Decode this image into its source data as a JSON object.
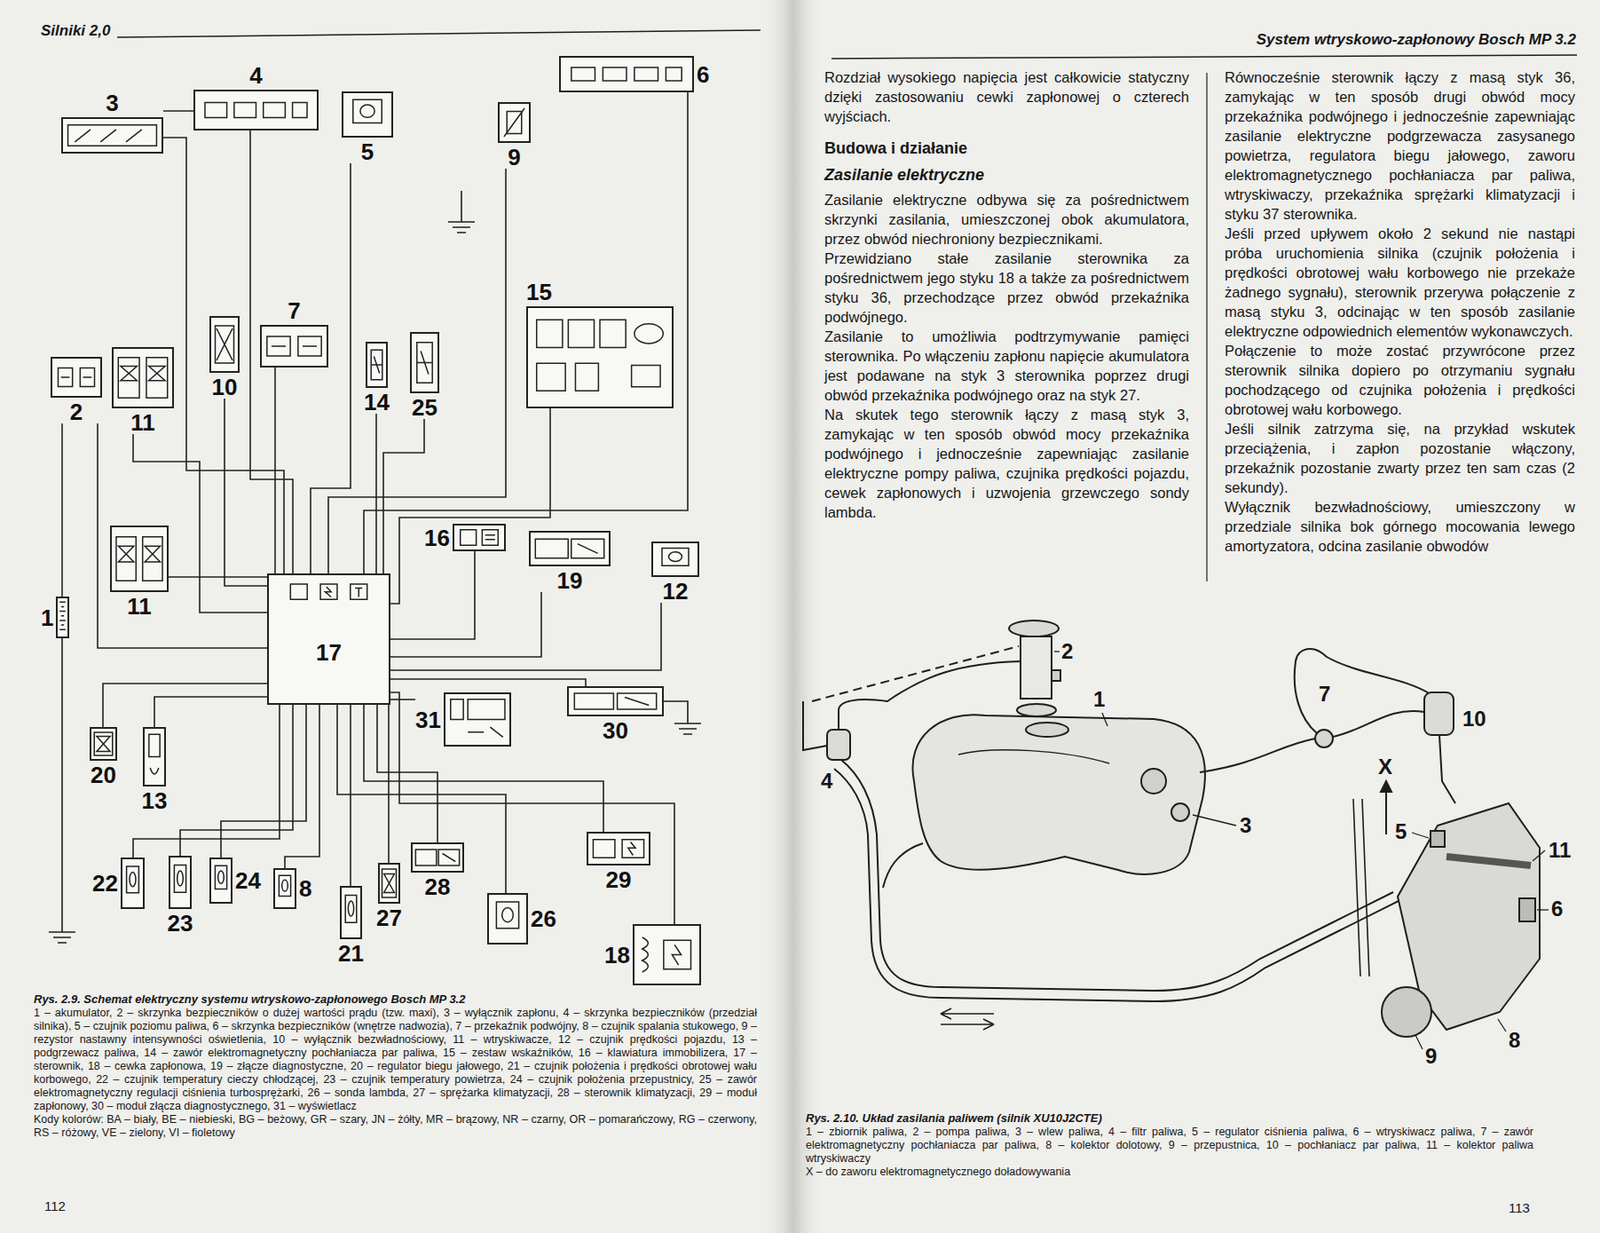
{
  "diagram": {
    "caption": "Rys. 2.9. Schemat elektryczny systemu wtryskowo-zapłonowego Bosch MP 3.2",
    "nodes": [
      {
        "text": [
          "3"
        ]
      },
      {
        "text": [
          "4"
        ]
      },
      {
        "text": [
          "5"
        ]
      },
      {
        "text": [
          "9"
        ]
      },
      {
        "text": [
          "6"
        ]
      },
      {
        "text": [
          "2"
        ]
      },
      {
        "text": [
          "11"
        ]
      },
      {
        "text": [
          "10"
        ]
      },
      {
        "text": [
          "7"
        ]
      },
      {
        "text": [
          "14"
        ]
      },
      {
        "text": [
          "25"
        ]
      },
      {
        "text": [
          "15"
        ]
      },
      {
        "text": [
          "11"
        ]
      },
      {
        "text": [
          "16"
        ]
      },
      {
        "text": [
          "19"
        ]
      },
      {
        "text": [
          "12"
        ]
      },
      {
        "text": [
          "1"
        ]
      },
      {
        "text": [
          "17"
        ]
      },
      {
        "text": [
          "30"
        ]
      },
      {
        "text": [
          "31"
        ]
      },
      {
        "text": [
          "20"
        ]
      },
      {
        "text": [
          "13"
        ]
      },
      {
        "text": [
          "22"
        ]
      },
      {
        "text": [
          "23"
        ]
      },
      {
        "text": [
          "24"
        ]
      },
      {
        "text": [
          "8"
        ]
      },
      {
        "text": [
          "21"
        ]
      },
      {
        "text": [
          "27"
        ]
      },
      {
        "text": [
          "28"
        ]
      },
      {
        "text": [
          "29"
        ]
      },
      {
        "text": [
          "26"
        ]
      },
      {
        "text": [
          "18"
        ]
      }
    ],
    "edges": [
      {
        "from": 0,
        "to": 1,
        "arrow": "none"
      },
      {
        "from": 0,
        "to": 17,
        "arrow": "none"
      },
      {
        "from": 1,
        "to": 17,
        "arrow": "none"
      },
      {
        "from": 2,
        "to": 17,
        "arrow": "none"
      },
      {
        "from": 3,
        "to": 17,
        "arrow": "none"
      },
      {
        "from": 4,
        "to": 17,
        "arrow": "none"
      },
      {
        "from": 16,
        "to": 5,
        "arrow": "none"
      },
      {
        "from": 5,
        "to": 17,
        "arrow": "none"
      },
      {
        "from": 6,
        "to": 17,
        "arrow": "none"
      },
      {
        "from": 7,
        "to": 17,
        "arrow": "none"
      },
      {
        "from": 8,
        "to": 17,
        "arrow": "none"
      },
      {
        "from": 9,
        "to": 17,
        "arrow": "none"
      },
      {
        "from": 10,
        "to": 17,
        "arrow": "none"
      },
      {
        "from": 11,
        "to": 17,
        "arrow": "none"
      },
      {
        "from": 12,
        "to": 17,
        "arrow": "none"
      },
      {
        "from": 13,
        "to": 17,
        "arrow": "none"
      },
      {
        "from": 14,
        "to": 17,
        "arrow": "none"
      },
      {
        "from": 15,
        "to": 17,
        "arrow": "none"
      },
      {
        "from": 18,
        "to": 17,
        "arrow": "none"
      },
      {
        "from": 19,
        "to": 17,
        "arrow": "none"
      },
      {
        "from": 20,
        "to": 17,
        "arrow": "none"
      },
      {
        "from": 21,
        "to": 17,
        "arrow": "none"
      },
      {
        "from": 22,
        "to": 17,
        "arrow": "none"
      },
      {
        "from": 23,
        "to": 17,
        "arrow": "none"
      },
      {
        "from": 24,
        "to": 17,
        "arrow": "none"
      },
      {
        "from": 25,
        "to": 17,
        "arrow": "none"
      },
      {
        "from": 26,
        "to": 17,
        "arrow": "none"
      },
      {
        "from": 27,
        "to": 17,
        "arrow": "none"
      },
      {
        "from": 28,
        "to": 17,
        "arrow": "none"
      },
      {
        "from": 29,
        "to": 17,
        "arrow": "none"
      },
      {
        "from": 30,
        "to": 17,
        "arrow": "none"
      },
      {
        "from": 31,
        "to": 17,
        "arrow": "none"
      }
    ],
    "labels": [
      "Silniki 2,0",
      "112",
      "1 – akumulator, 2 – skrzynka bezpieczników o dużej wartości prądu (tzw. maxi), 3 – wyłącznik zapłonu, 4 – skrzynka bezpieczników (przedział silnika), 5 – czujnik poziomu paliwa, 6 – skrzynka bezpieczników (wnętrze nadwozia), 7 – przekaźnik podwójny, 8 – czujnik spalania stukowego, 9 – rezystor nastawny intensywności oświetlenia, 10 – wyłącznik bezwładnościowy, 11 – wtryskiwacze, 12 – czujnik prędkości pojazdu, 13 – podgrzewacz paliwa, 14 – zawór elektromagnetyczny pochłaniacza par paliwa, 15 – zestaw wskaźników, 16 – klawiatura immobilizera, 17 – sterownik, 18 – cewka zapłonowa, 19 – złącze diagnostyczne, 20 – regulator biegu jałowego, 21 – czujnik położenia i prędkości obrotowej wału korbowego, 22 – czujnik temperatury cieczy chłodzącej, 23 – czujnik temperatury powietrza, 24 – czujnik położenia przepustnicy, 25 – zawór elektromagnetyczny regulacji ciśnienia turbosprężarki, 26 – sonda lambda, 27 – sprężarka klimatyzacji, 28 – sterownik klimatyzacji, 29 – moduł zapłonowy, 30 – moduł złącza diagnostycznego, 31 – wyświetlacz",
      "Kody kolorów: BA – biały, BE – niebieski, BG – beżowy, GR – szary, JN – żółty, MR – brązowy, NR – czarny, OR – pomarańczowy, RG – czerwony, RS – różowy, VE – zielony, VI – fioletowy",
      "System wtryskowo-zapłonowy Bosch MP 3.2",
      "Rozdział wysokiego napięcia jest całkowicie statyczny dzięki zastosowaniu cewki zapłonowej o czterech wyjściach.",
      "Budowa i działanie",
      "Zasilanie elektryczne",
      "Zasilanie elektryczne odbywa się za pośrednictwem skrzynki zasilania, umieszczonej obok akumulatora, przez obwód niechroniony bezpiecznikami.",
      "Przewidziano stałe zasilanie sterownika za pośrednictwem jego styku 18 a także za pośrednictwem styku 36, przechodzące przez obwód przekaźnika podwójnego.",
      "Zasilanie to umożliwia podtrzymywanie pamięci sterownika. Po włączeniu zapłonu napięcie akumulatora jest podawane na styk 3 sterownika poprzez drugi obwód przekaźnika podwójnego oraz na styk 27.",
      "Na skutek tego sterownik łączy z masą styk 3, zamykając w ten sposób obwód mocy przekaźnika podwójnego i jednocześnie zapewniając zasilanie elektryczne pompy paliwa, czujnika prędkości pojazdu, cewek zapłonowych i uzwojenia grzewczego sondy lambda.",
      "Równocześnie sterownik łączy z masą styk 36, zamykając w ten sposób drugi obwód mocy przekaźnika podwójnego i jednocześnie zapewniając zasilanie elektryczne podgrzewacza zasysanego powietrza, regulatora biegu jałowego, zaworu elektromagnetycznego pochłaniacza par paliwa, wtryskiwaczy, przekaźnika sprężarki klimatyzacji i styku 37 sterownika.",
      "Jeśli przed upływem około 2 sekund nie nastąpi próba uruchomienia silnika (czujnik położenia i prędkości obrotowej wału korbowego nie przekaże żadnego sygnału), sterownik przerywa połączenie z masą styku 3, odcinając w ten sposób zasilanie elektryczne odpowiednich elementów wykonawczych.",
      "Połączenie to może zostać przywrócone przez sterownik silnika dopiero po otrzymaniu sygnału pochodzącego od czujnika położenia i prędkości obrotowej wału korbowego.",
      "Jeśli silnik zatrzyma się, na przykład wskutek przeciążenia, i zapłon pozostanie włączony, przekaźnik pozostanie zwarty przez ten sam czas (2 sekundy).",
      "Wyłącznik bezwładnościowy, umieszczony w przedziale silnika bok górnego mocowania lewego amortyzatora, odcina zasilanie obwodów",
      "2",
      "1",
      "7",
      "10",
      "4",
      "X",
      "3",
      "5",
      "11",
      "6",
      "9",
      "8",
      "Rys. 2.10. Układ zasilania paliwem (silnik XU10J2CTE)",
      "1 – zbiornik paliwa, 2 – pompa paliwa, 3 – wlew paliwa, 4 – filtr paliwa, 5 – regulator ciśnienia paliwa, 6 – wtryskiwacz paliwa, 7 – zawór elektromagnetyczny pochłaniacza par paliwa, 8 – kolektor dolotowy, 9 – przepustnica, 10 – pochłaniacz par paliwa, 11 – kolektor paliwa wtryskiwaczy",
      "X – do zaworu elektromagnetycznego doładowywania",
      "113"
    ]
  }
}
